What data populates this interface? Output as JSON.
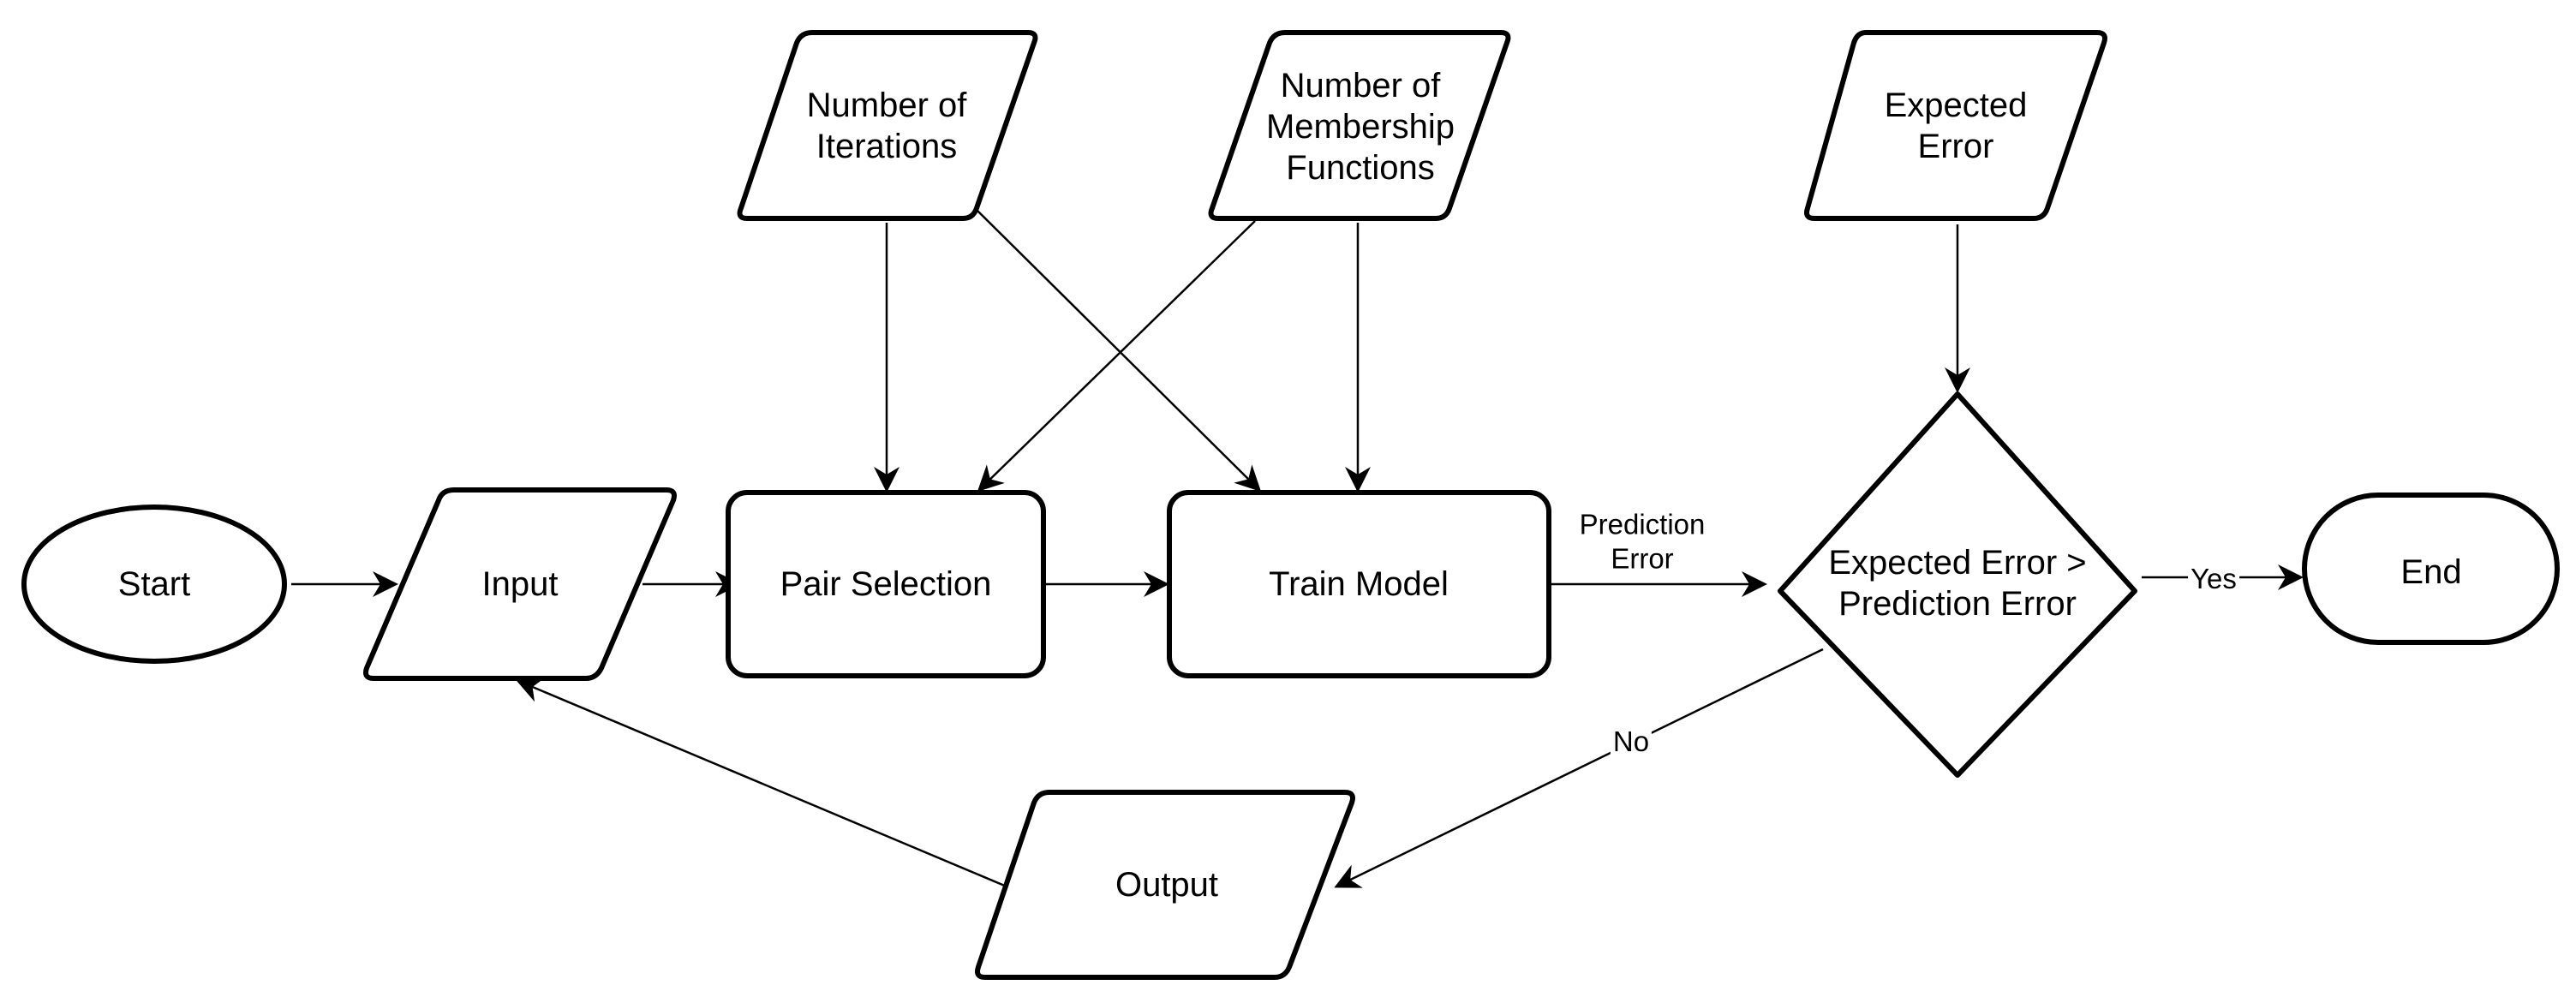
{
  "nodes": {
    "start": "Start",
    "input": "Input",
    "pair_selection": "Pair Selection",
    "train_model": "Train Model",
    "decision": [
      "Expected Error >",
      "Prediction Error"
    ],
    "end": "End",
    "output": "Output",
    "num_iterations": [
      "Number of",
      "Iterations"
    ],
    "num_membership": [
      "Number of",
      "Membership",
      "Functions"
    ],
    "expected_error": [
      "Expected",
      "Error"
    ]
  },
  "edges": {
    "prediction_error": [
      "Prediction",
      "Error"
    ],
    "yes": "Yes",
    "no": "No"
  },
  "colors": {
    "stroke": "#000000",
    "fill": "#ffffff"
  }
}
